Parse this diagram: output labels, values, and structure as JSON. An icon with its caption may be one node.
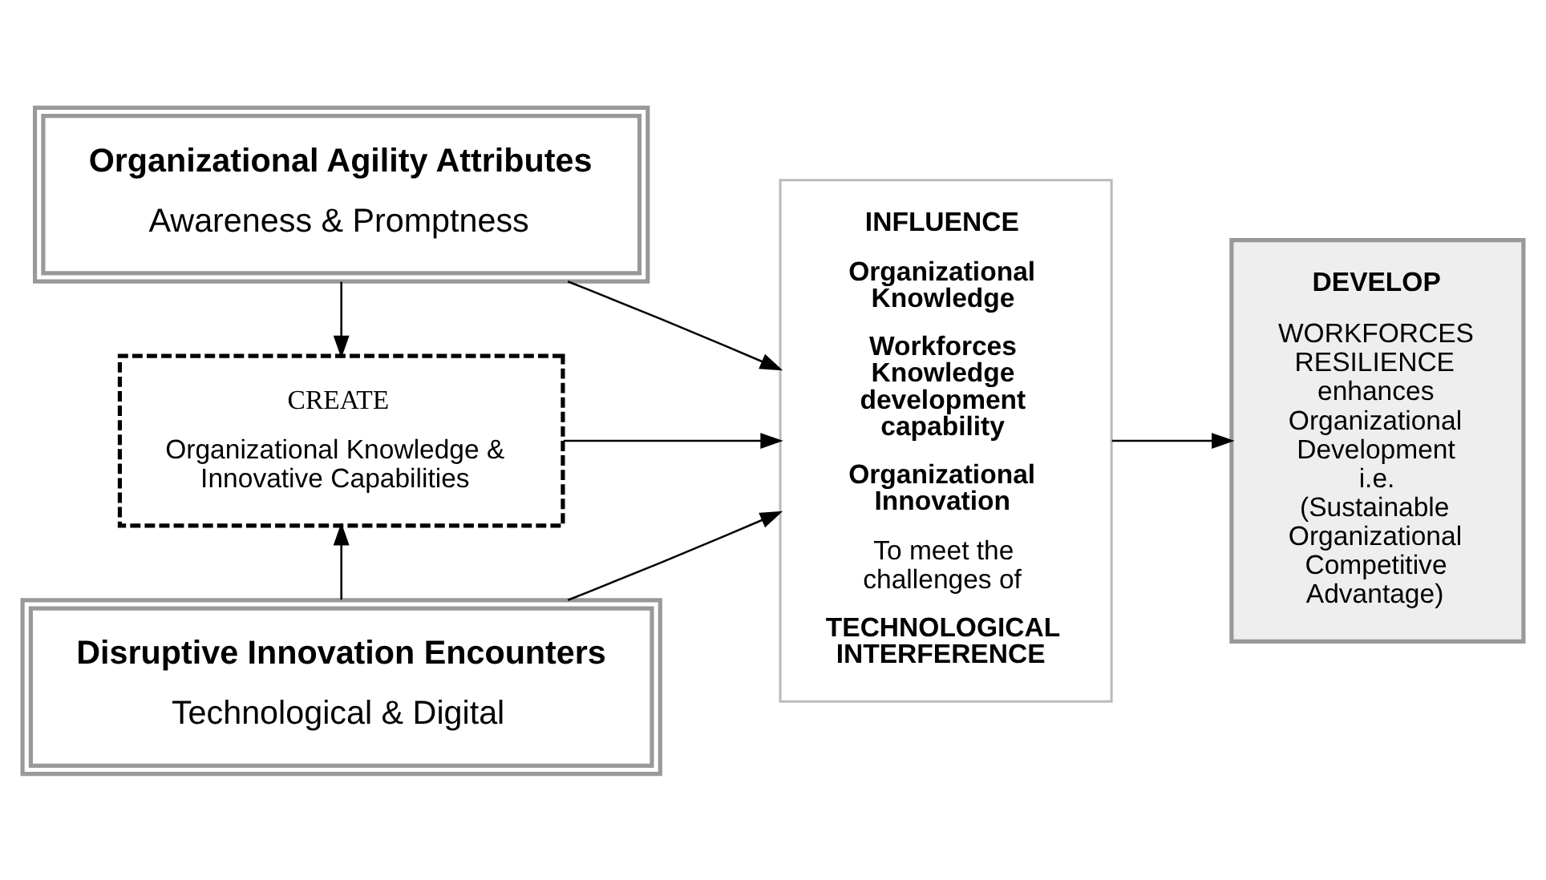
{
  "diagram": {
    "nodes": [
      {
        "text": [
          "Organizational Agility Attributes",
          "Awareness & Promptness"
        ]
      },
      {
        "text": [
          "CREATE",
          "Organizational Knowledge & Innovative Capabilities"
        ]
      },
      {
        "text": [
          "Disruptive Innovation Encounters",
          "Technological & Digital"
        ]
      },
      {
        "text": [
          "INFLUENCE",
          "Organizational Knowledge",
          "Workforces Knowledge development capability",
          "Organizational Innovation",
          "To meet the challenges of",
          "TECHNOLOGICAL INTERFERENCE"
        ]
      },
      {
        "text": [
          "DEVELOP",
          "WORKFORCES RESILIENCE enhances Organizational Development i.e. (Sustainable Organizational Competitive Advantage)"
        ]
      }
    ],
    "edges": [
      {
        "from": 0,
        "to": 1,
        "arrow": "to"
      },
      {
        "from": 2,
        "to": 1,
        "arrow": "to"
      },
      {
        "from": 0,
        "to": 3,
        "arrow": "to"
      },
      {
        "from": 1,
        "to": 3,
        "arrow": "to"
      },
      {
        "from": 2,
        "to": 3,
        "arrow": "to"
      },
      {
        "from": 3,
        "to": 4,
        "arrow": "to"
      }
    ]
  }
}
